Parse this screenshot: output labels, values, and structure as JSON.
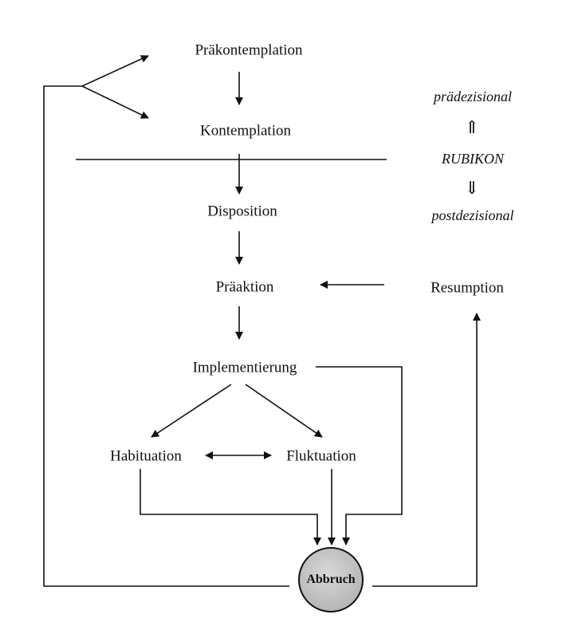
{
  "stages": {
    "praekontemplation": "Präkontemplation",
    "kontemplation": "Kontemplation",
    "disposition": "Disposition",
    "praeaktion": "Präaktion",
    "implementierung": "Implementierung",
    "habituation": "Habituation",
    "fluktuation": "Fluktuation",
    "abbruch": "Abbruch",
    "resumption": "Resumption"
  },
  "side": {
    "praedezisional": "prädezisional",
    "up_arrow": "⇑",
    "rubikon": "RUBIKON",
    "down_arrow": "⇓",
    "postdezisional": "postdezisional"
  },
  "colors": {
    "line": "#111111",
    "abbruch_fill": "#b5b5b5"
  }
}
